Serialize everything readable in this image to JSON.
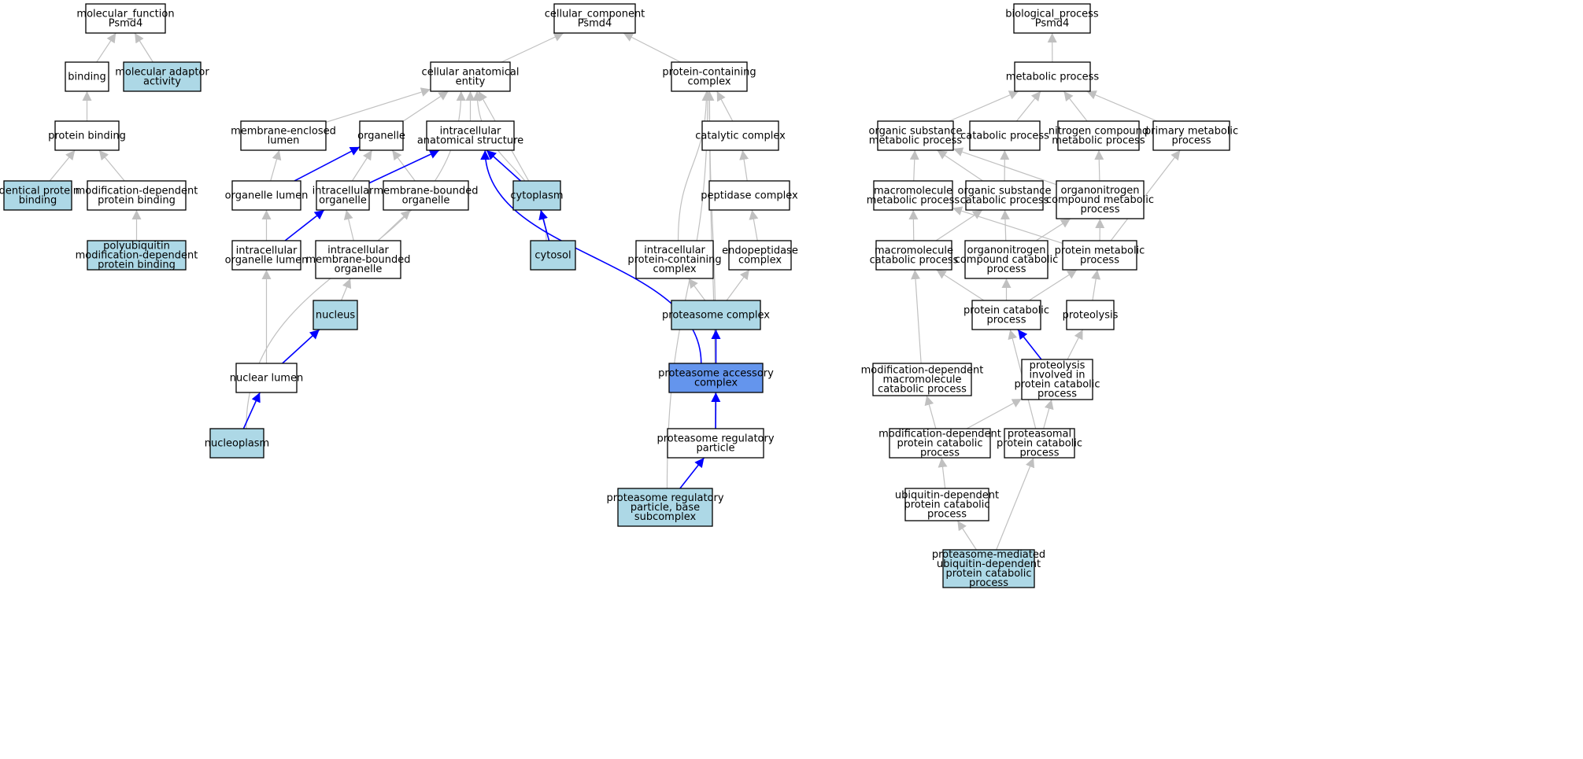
{
  "colors": {
    "default_fill": "#ffffff",
    "annotated_fill": "#add8e6",
    "focus_fill": "#6495ed",
    "border": "#000000",
    "gray_edge": "#c0c0c0",
    "blue_edge": "#0000ff"
  },
  "nodes": [
    {
      "id": "mf",
      "lines": [
        "molecular_function",
        "Psmd4"
      ],
      "fill": "default"
    },
    {
      "id": "binding",
      "lines": [
        "binding"
      ],
      "fill": "default"
    },
    {
      "id": "mol_adaptor",
      "lines": [
        "molecular adaptor",
        "activity"
      ],
      "fill": "annotated"
    },
    {
      "id": "protein_binding",
      "lines": [
        "protein binding"
      ],
      "fill": "default"
    },
    {
      "id": "identical_pb",
      "lines": [
        "identical protein",
        "binding"
      ],
      "fill": "annotated"
    },
    {
      "id": "mod_dep_pb",
      "lines": [
        "modification-dependent",
        "protein binding"
      ],
      "fill": "default"
    },
    {
      "id": "polyubiq",
      "lines": [
        "polyubiquitin",
        "modification-dependent",
        "protein binding"
      ],
      "fill": "annotated"
    },
    {
      "id": "cc",
      "lines": [
        "cellular_component",
        "Psmd4"
      ],
      "fill": "default"
    },
    {
      "id": "cae",
      "lines": [
        "cellular anatomical",
        "entity"
      ],
      "fill": "default"
    },
    {
      "id": "pcc",
      "lines": [
        "protein-containing",
        "complex"
      ],
      "fill": "default"
    },
    {
      "id": "membrane_enclosed_lumen",
      "lines": [
        "membrane-enclosed",
        "lumen"
      ],
      "fill": "default"
    },
    {
      "id": "organelle",
      "lines": [
        "organelle"
      ],
      "fill": "default"
    },
    {
      "id": "ias",
      "lines": [
        "intracellular",
        "anatomical structure"
      ],
      "fill": "default"
    },
    {
      "id": "catalytic_complex",
      "lines": [
        "catalytic complex"
      ],
      "fill": "default"
    },
    {
      "id": "organelle_lumen",
      "lines": [
        "organelle lumen"
      ],
      "fill": "default"
    },
    {
      "id": "intracellular_organelle",
      "lines": [
        "intracellular",
        "organelle"
      ],
      "fill": "default"
    },
    {
      "id": "membrane_bounded_organelle",
      "lines": [
        "membrane-bounded",
        "organelle"
      ],
      "fill": "default"
    },
    {
      "id": "cytoplasm",
      "lines": [
        "cytoplasm"
      ],
      "fill": "annotated"
    },
    {
      "id": "peptidase_complex",
      "lines": [
        "peptidase complex"
      ],
      "fill": "default"
    },
    {
      "id": "iol",
      "lines": [
        "intracellular",
        "organelle lumen"
      ],
      "fill": "default"
    },
    {
      "id": "imbo",
      "lines": [
        "intracellular",
        "membrane-bounded",
        "organelle"
      ],
      "fill": "default"
    },
    {
      "id": "cytosol",
      "lines": [
        "cytosol"
      ],
      "fill": "annotated"
    },
    {
      "id": "ipcc",
      "lines": [
        "intracellular",
        "protein-containing",
        "complex"
      ],
      "fill": "default"
    },
    {
      "id": "endopeptidase_complex",
      "lines": [
        "endopeptidase",
        "complex"
      ],
      "fill": "default"
    },
    {
      "id": "nucleus",
      "lines": [
        "nucleus"
      ],
      "fill": "annotated"
    },
    {
      "id": "proteasome_complex",
      "lines": [
        "proteasome complex"
      ],
      "fill": "annotated"
    },
    {
      "id": "nuclear_lumen",
      "lines": [
        "nuclear lumen"
      ],
      "fill": "default"
    },
    {
      "id": "pac",
      "lines": [
        "proteasome accessory",
        "complex"
      ],
      "fill": "focus"
    },
    {
      "id": "nucleoplasm",
      "lines": [
        "nucleoplasm"
      ],
      "fill": "annotated"
    },
    {
      "id": "prp",
      "lines": [
        "proteasome regulatory",
        "particle"
      ],
      "fill": "default"
    },
    {
      "id": "prpb",
      "lines": [
        "proteasome regulatory",
        "particle, base",
        "subcomplex"
      ],
      "fill": "annotated"
    },
    {
      "id": "bp",
      "lines": [
        "biological_process",
        "Psmd4"
      ],
      "fill": "default"
    },
    {
      "id": "metabolic_process",
      "lines": [
        "metabolic process"
      ],
      "fill": "default"
    },
    {
      "id": "osmp",
      "lines": [
        "organic substance",
        "metabolic process"
      ],
      "fill": "default"
    },
    {
      "id": "catabolic_process",
      "lines": [
        "catabolic process"
      ],
      "fill": "default"
    },
    {
      "id": "ncmp",
      "lines": [
        "nitrogen compound",
        "metabolic process"
      ],
      "fill": "default"
    },
    {
      "id": "pmp",
      "lines": [
        "primary metabolic",
        "process"
      ],
      "fill": "default"
    },
    {
      "id": "mmp",
      "lines": [
        "macromolecule",
        "metabolic process"
      ],
      "fill": "default"
    },
    {
      "id": "oscp",
      "lines": [
        "organic substance",
        "catabolic process"
      ],
      "fill": "default"
    },
    {
      "id": "ocmp",
      "lines": [
        "organonitrogen",
        "compound metabolic",
        "process"
      ],
      "fill": "default"
    },
    {
      "id": "mcp",
      "lines": [
        "macromolecule",
        "catabolic process"
      ],
      "fill": "default"
    },
    {
      "id": "occp",
      "lines": [
        "organonitrogen",
        "compound catabolic",
        "process"
      ],
      "fill": "default"
    },
    {
      "id": "prot_met",
      "lines": [
        "protein metabolic",
        "process"
      ],
      "fill": "default"
    },
    {
      "id": "pcp",
      "lines": [
        "protein catabolic",
        "process"
      ],
      "fill": "default"
    },
    {
      "id": "proteolysis",
      "lines": [
        "proteolysis"
      ],
      "fill": "default"
    },
    {
      "id": "mdmcp",
      "lines": [
        "modification-dependent",
        "macromolecule",
        "catabolic process"
      ],
      "fill": "default"
    },
    {
      "id": "pipcp",
      "lines": [
        "proteolysis",
        "involved in",
        "protein catabolic",
        "process"
      ],
      "fill": "default"
    },
    {
      "id": "mdpcp",
      "lines": [
        "modification-dependent",
        "protein catabolic",
        "process"
      ],
      "fill": "default"
    },
    {
      "id": "proteasomal_pcp",
      "lines": [
        "proteasomal",
        "protein catabolic",
        "process"
      ],
      "fill": "default"
    },
    {
      "id": "udpcp",
      "lines": [
        "ubiquitin-dependent",
        "protein catabolic",
        "process"
      ],
      "fill": "default"
    },
    {
      "id": "pmudpcp",
      "lines": [
        "proteasome-mediated",
        "ubiquitin-dependent",
        "protein catabolic",
        "process"
      ],
      "fill": "annotated"
    }
  ],
  "edges": [
    {
      "from": "binding",
      "to": "mf",
      "color": "gray"
    },
    {
      "from": "mol_adaptor",
      "to": "mf",
      "color": "gray"
    },
    {
      "from": "protein_binding",
      "to": "binding",
      "color": "gray"
    },
    {
      "from": "identical_pb",
      "to": "protein_binding",
      "color": "gray"
    },
    {
      "from": "mod_dep_pb",
      "to": "protein_binding",
      "color": "gray"
    },
    {
      "from": "polyubiq",
      "to": "mod_dep_pb",
      "color": "gray"
    },
    {
      "from": "cae",
      "to": "cc",
      "color": "gray"
    },
    {
      "from": "pcc",
      "to": "cc",
      "color": "gray"
    },
    {
      "from": "membrane_enclosed_lumen",
      "to": "cae",
      "color": "gray"
    },
    {
      "from": "organelle",
      "to": "cae",
      "color": "gray"
    },
    {
      "from": "ias",
      "to": "cae",
      "color": "gray"
    },
    {
      "from": "cytoplasm",
      "to": "cae",
      "color": "gray"
    },
    {
      "from": "cytosol",
      "to": "cae",
      "color": "gray"
    },
    {
      "from": "nucleoplasm",
      "to": "cae",
      "color": "gray"
    },
    {
      "from": "organelle_lumen",
      "to": "membrane_enclosed_lumen",
      "color": "gray"
    },
    {
      "from": "organelle_lumen",
      "to": "organelle",
      "color": "blue"
    },
    {
      "from": "intracellular_organelle",
      "to": "organelle",
      "color": "gray"
    },
    {
      "from": "membrane_bounded_organelle",
      "to": "organelle",
      "color": "gray"
    },
    {
      "from": "intracellular_organelle",
      "to": "ias",
      "color": "blue"
    },
    {
      "from": "cytoplasm",
      "to": "ias",
      "color": "blue"
    },
    {
      "from": "pac",
      "to": "ias",
      "color": "blue"
    },
    {
      "from": "cytosol",
      "to": "cytoplasm",
      "color": "blue"
    },
    {
      "from": "iol",
      "to": "organelle_lumen",
      "color": "gray"
    },
    {
      "from": "iol",
      "to": "intracellular_organelle",
      "color": "blue"
    },
    {
      "from": "imbo",
      "to": "intracellular_organelle",
      "color": "gray"
    },
    {
      "from": "imbo",
      "to": "membrane_bounded_organelle",
      "color": "gray"
    },
    {
      "from": "nucleus",
      "to": "imbo",
      "color": "gray"
    },
    {
      "from": "nuclear_lumen",
      "to": "iol",
      "color": "gray"
    },
    {
      "from": "nuclear_lumen",
      "to": "nucleus",
      "color": "blue"
    },
    {
      "from": "nucleoplasm",
      "to": "nuclear_lumen",
      "color": "blue"
    },
    {
      "from": "catalytic_complex",
      "to": "pcc",
      "color": "gray"
    },
    {
      "from": "ipcc",
      "to": "pcc",
      "color": "gray"
    },
    {
      "from": "pac",
      "to": "pcc",
      "color": "gray"
    },
    {
      "from": "prp",
      "to": "pcc",
      "color": "gray"
    },
    {
      "from": "prpb",
      "to": "pcc",
      "color": "gray"
    },
    {
      "from": "peptidase_complex",
      "to": "catalytic_complex",
      "color": "gray"
    },
    {
      "from": "endopeptidase_complex",
      "to": "peptidase_complex",
      "color": "gray"
    },
    {
      "from": "proteasome_complex",
      "to": "ipcc",
      "color": "gray"
    },
    {
      "from": "proteasome_complex",
      "to": "endopeptidase_complex",
      "color": "gray"
    },
    {
      "from": "pac",
      "to": "proteasome_complex",
      "color": "blue"
    },
    {
      "from": "prp",
      "to": "pac",
      "color": "blue"
    },
    {
      "from": "prpb",
      "to": "prp",
      "color": "blue"
    },
    {
      "from": "metabolic_process",
      "to": "bp",
      "color": "gray"
    },
    {
      "from": "osmp",
      "to": "metabolic_process",
      "color": "gray"
    },
    {
      "from": "catabolic_process",
      "to": "metabolic_process",
      "color": "gray"
    },
    {
      "from": "ncmp",
      "to": "metabolic_process",
      "color": "gray"
    },
    {
      "from": "pmp",
      "to": "metabolic_process",
      "color": "gray"
    },
    {
      "from": "mmp",
      "to": "osmp",
      "color": "gray"
    },
    {
      "from": "oscp",
      "to": "osmp",
      "color": "gray"
    },
    {
      "from": "ocmp",
      "to": "osmp",
      "color": "gray"
    },
    {
      "from": "oscp",
      "to": "catabolic_process",
      "color": "gray"
    },
    {
      "from": "ocmp",
      "to": "ncmp",
      "color": "gray"
    },
    {
      "from": "prot_met",
      "to": "pmp",
      "color": "gray"
    },
    {
      "from": "mcp",
      "to": "mmp",
      "color": "gray"
    },
    {
      "from": "prot_met",
      "to": "mmp",
      "color": "gray"
    },
    {
      "from": "mcp",
      "to": "oscp",
      "color": "gray"
    },
    {
      "from": "occp",
      "to": "oscp",
      "color": "gray"
    },
    {
      "from": "occp",
      "to": "ocmp",
      "color": "gray"
    },
    {
      "from": "prot_met",
      "to": "ocmp",
      "color": "gray"
    },
    {
      "from": "pcp",
      "to": "mcp",
      "color": "gray"
    },
    {
      "from": "mdmcp",
      "to": "mcp",
      "color": "gray"
    },
    {
      "from": "pcp",
      "to": "occp",
      "color": "gray"
    },
    {
      "from": "pcp",
      "to": "prot_met",
      "color": "gray"
    },
    {
      "from": "proteolysis",
      "to": "prot_met",
      "color": "gray"
    },
    {
      "from": "pipcp",
      "to": "pcp",
      "color": "blue"
    },
    {
      "from": "proteasomal_pcp",
      "to": "pcp",
      "color": "gray"
    },
    {
      "from": "pipcp",
      "to": "proteolysis",
      "color": "gray"
    },
    {
      "from": "mdpcp",
      "to": "mdmcp",
      "color": "gray"
    },
    {
      "from": "mdpcp",
      "to": "pipcp",
      "color": "gray"
    },
    {
      "from": "proteasomal_pcp",
      "to": "pipcp",
      "color": "gray"
    },
    {
      "from": "udpcp",
      "to": "mdpcp",
      "color": "gray"
    },
    {
      "from": "pmudpcp",
      "to": "udpcp",
      "color": "gray"
    },
    {
      "from": "pmudpcp",
      "to": "proteasomal_pcp",
      "color": "gray"
    }
  ]
}
